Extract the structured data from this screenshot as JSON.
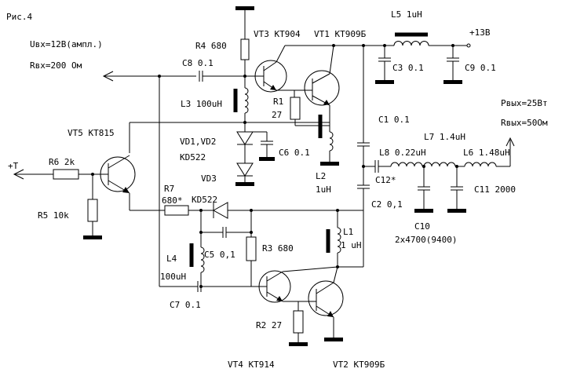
{
  "figure": {
    "title": "Рис.4"
  },
  "input": {
    "voltage": "Uвх=12В(ампл.)",
    "impedance": "Rвх=200 Ом"
  },
  "output": {
    "power": "Pвых=25Вт",
    "impedance": "Rвых=50Ом"
  },
  "supply": {
    "label": "+13В"
  },
  "bias": {
    "label": "+T"
  },
  "components": {
    "vt3": "VT3 KT904",
    "vt1": "VT1 KT909Б",
    "vt5": "VT5 KT815",
    "vt4": "VT4 KT914",
    "vt2": "VT2 KT909Б",
    "l5": "L5 1uH",
    "r4": "R4 680",
    "c8": "C8 0.1",
    "c3": "C3 0.1",
    "c9": "C9 0.1",
    "l3": "L3 100uH",
    "r1_name": "R1",
    "r1_val": "27",
    "c1": "C1 0.1",
    "l7": "L7 1.4uH",
    "l8": "L8 0.22uH",
    "l6": "L6 1.48uH",
    "vd12_name": "VD1,VD2",
    "vd12_type": "KD522",
    "c6": "C6 0.1",
    "r6": "R6 2k",
    "l2_name": "L2",
    "l2_val": "1uH",
    "c12": "C12*",
    "c11": "C11 2000",
    "vd3_name": "VD3",
    "vd3_type": "KD522",
    "r7_name": "R7",
    "r7_val": "680*",
    "c2": "C2 0,1",
    "r5": "R5 10k",
    "c10_name": "C10",
    "c10_val": "2x4700(9400)",
    "l1_name": "L1",
    "l1_val": "1 uH",
    "c5": "C5 0,1",
    "r3": "R3 680",
    "l4_name": "L4",
    "l4_val": "100uH",
    "c7": "C7 0.1",
    "r2": "R2 27"
  }
}
